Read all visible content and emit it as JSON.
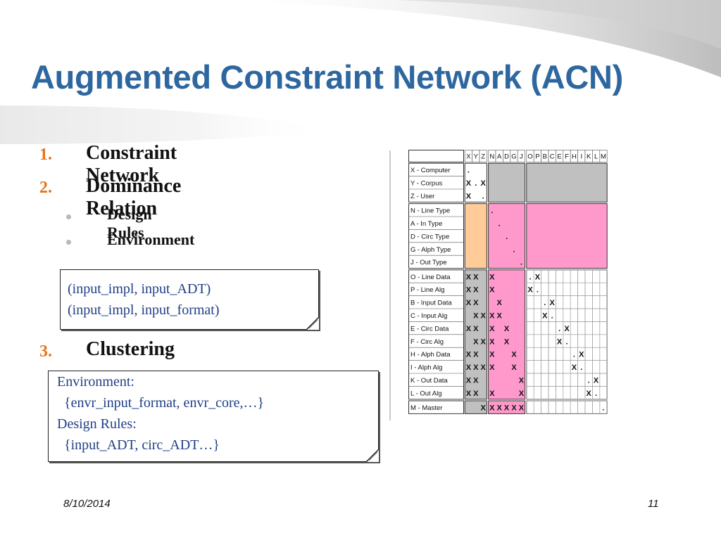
{
  "slide": {
    "title": "Augmented Constraint Network (ACN)",
    "date": "8/10/2014",
    "page_number": "11"
  },
  "outline": {
    "items": [
      {
        "number": "1.",
        "text": "Constraint Network"
      },
      {
        "number": "2.",
        "text": "Dominance Relation"
      }
    ],
    "subitems": [
      {
        "text": "Design Rules"
      },
      {
        "text": "Environment"
      }
    ],
    "clustering": {
      "number": "3.",
      "text": "Clustering"
    }
  },
  "notes": {
    "dominance": {
      "lines": [
        "(input_impl, input_ADT)",
        "(input_impl, input_format)"
      ]
    },
    "clustering": {
      "lines": [
        "Environment:",
        "  {envr_input_format, envr_core,…}",
        "Design Rules:",
        "  {input_ADT, circ_ADT…}"
      ]
    }
  },
  "colors": {
    "title": "#2e67a0",
    "numbering": "#e8731a",
    "note_text": "#1f3f86",
    "dsm_gray": "#c0c0c0",
    "dsm_pink": "#ff99cc",
    "dsm_peach": "#ffcc99"
  },
  "dsm": {
    "columns": [
      "X",
      "Y",
      "Z",
      "N",
      "A",
      "D",
      "G",
      "J",
      "O",
      "P",
      "B",
      "C",
      "E",
      "F",
      "H",
      "I",
      "K",
      "L",
      "M"
    ],
    "rows": [
      {
        "label": "X - Computer",
        "cells": [
          ".",
          "",
          "",
          "",
          "",
          "",
          "",
          "",
          "",
          "",
          "",
          "",
          "",
          "",
          "",
          "",
          "",
          "",
          ""
        ]
      },
      {
        "label": "Y - Corpus",
        "cells": [
          "X",
          ".",
          "X",
          "",
          "",
          "",
          "",
          "",
          "",
          "",
          "",
          "",
          "",
          "",
          "",
          "",
          "",
          "",
          ""
        ]
      },
      {
        "label": "Z - User",
        "cells": [
          "X",
          "",
          ".",
          "",
          "",
          "",
          "",
          "",
          "",
          "",
          "",
          "",
          "",
          "",
          "",
          "",
          "",
          "",
          ""
        ]
      },
      {
        "label": "N - Line Type",
        "cells": [
          "",
          "",
          "",
          ".",
          "",
          "",
          "",
          "",
          "",
          "",
          "",
          "",
          "",
          "",
          "",
          "",
          "",
          "",
          ""
        ]
      },
      {
        "label": "A - In Type",
        "cells": [
          "",
          "",
          "",
          "",
          ".",
          "",
          "",
          "",
          "",
          "",
          "",
          "",
          "",
          "",
          "",
          "",
          "",
          "",
          ""
        ]
      },
      {
        "label": "D - Circ Type",
        "cells": [
          "",
          "",
          "",
          "",
          "",
          ".",
          "",
          "",
          "",
          "",
          "",
          "",
          "",
          "",
          "",
          "",
          "",
          "",
          ""
        ]
      },
      {
        "label": "G - Alph Type",
        "cells": [
          "",
          "",
          "",
          "",
          "",
          "",
          ".",
          "",
          "",
          "",
          "",
          "",
          "",
          "",
          "",
          "",
          "",
          "",
          ""
        ]
      },
      {
        "label": "J - Out Type",
        "cells": [
          "",
          "",
          "",
          "",
          "",
          "",
          "",
          ".",
          "",
          "",
          "",
          "",
          "",
          "",
          "",
          "",
          "",
          "",
          ""
        ]
      },
      {
        "label": "O - Line Data",
        "cells": [
          "X",
          "X",
          "",
          "X",
          "",
          "",
          "",
          "",
          ".",
          "X",
          "",
          "",
          "",
          "",
          "",
          "",
          "",
          "",
          ""
        ]
      },
      {
        "label": "P - Line Alg",
        "cells": [
          "X",
          "X",
          "",
          "X",
          "",
          "",
          "",
          "",
          "X",
          ".",
          "",
          "",
          "",
          "",
          "",
          "",
          "",
          "",
          ""
        ]
      },
      {
        "label": "B - Input Data",
        "cells": [
          "X",
          "X",
          "",
          "",
          "X",
          "",
          "",
          "",
          "",
          "",
          ".",
          "X",
          "",
          "",
          "",
          "",
          "",
          "",
          ""
        ]
      },
      {
        "label": "C  - Input Alg",
        "cells": [
          "",
          "X",
          "X",
          "X",
          "X",
          "",
          "",
          "",
          "",
          "",
          "X",
          ".",
          "",
          "",
          "",
          "",
          "",
          "",
          ""
        ]
      },
      {
        "label": "E - Circ Data",
        "cells": [
          "X",
          "X",
          "",
          "X",
          "",
          "X",
          "",
          "",
          "",
          "",
          "",
          "",
          ".",
          "X",
          "",
          "",
          "",
          "",
          ""
        ]
      },
      {
        "label": "F - Circ Alg",
        "cells": [
          "",
          "X",
          "X",
          "X",
          "",
          "X",
          "",
          "",
          "",
          "",
          "",
          "",
          "X",
          ".",
          "",
          "",
          "",
          "",
          ""
        ]
      },
      {
        "label": "H - Alph Data",
        "cells": [
          "X",
          "X",
          "",
          "X",
          "",
          "",
          "X",
          "",
          "",
          "",
          "",
          "",
          "",
          "",
          ".",
          "X",
          "",
          "",
          ""
        ]
      },
      {
        "label": "I - Alph Alg",
        "cells": [
          "X",
          "X",
          "X",
          "X",
          "",
          "",
          "X",
          "",
          "",
          "",
          "",
          "",
          "",
          "",
          "X",
          ".",
          "",
          "",
          ""
        ]
      },
      {
        "label": "K - Out Data",
        "cells": [
          "X",
          "X",
          "",
          "",
          "",
          "",
          "",
          "X",
          "",
          "",
          "",
          "",
          "",
          "",
          "",
          "",
          ".",
          "X",
          ""
        ]
      },
      {
        "label": "L - Out Alg",
        "cells": [
          "X",
          "X",
          "",
          "X",
          "",
          "",
          "",
          "X",
          "",
          "",
          "",
          "",
          "",
          "",
          "",
          "",
          "X",
          ".",
          ""
        ]
      },
      {
        "label": "M - Master",
        "cells": [
          "",
          "",
          "X",
          "X",
          "X",
          "X",
          "X",
          "X",
          "",
          "",
          "",
          "",
          "",
          "",
          "",
          "",
          "",
          "",
          "."
        ]
      }
    ],
    "row_groups": [
      [
        0,
        2
      ],
      [
        3,
        7
      ],
      [
        8,
        17
      ],
      [
        18,
        18
      ]
    ],
    "col_groups": [
      [
        0,
        2
      ],
      [
        3,
        7
      ],
      [
        8,
        18
      ]
    ]
  }
}
